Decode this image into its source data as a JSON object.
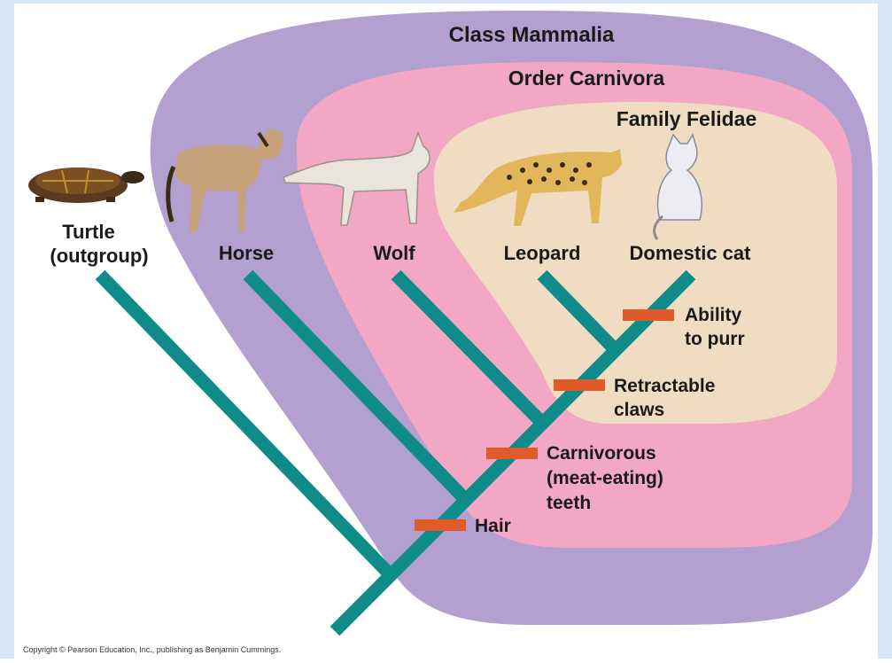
{
  "groups": {
    "mammalia": "Class Mammalia",
    "carnivora": "Order Carnivora",
    "felidae": "Family Felidae"
  },
  "taxa": {
    "turtle_line1": "Turtle",
    "turtle_line2": "(outgroup)",
    "horse": "Horse",
    "wolf": "Wolf",
    "leopard": "Leopard",
    "cat": "Domestic cat"
  },
  "traits": {
    "purr_line1": "Ability",
    "purr_line2": "to purr",
    "claws_line1": "Retractable",
    "claws_line2": "claws",
    "teeth_line1": "Carnivorous",
    "teeth_line2": "(meat-eating)",
    "teeth_line3": "teeth",
    "hair": "Hair"
  },
  "copyright": "Copyright © Pearson Education, Inc., publishing as Benjamin Cummings.",
  "colors": {
    "frame": "#d7e5f7",
    "mammalia": "#b3a0d0",
    "carnivora": "#f2a8c4",
    "felidae": "#f0dcc2",
    "branch": "#0f8c8a",
    "trait_bar": "#e05a2a"
  },
  "icons": {
    "turtle": "turtle-image",
    "horse": "horse-image",
    "wolf": "wolf-image",
    "leopard": "leopard-image",
    "cat": "cat-image"
  }
}
